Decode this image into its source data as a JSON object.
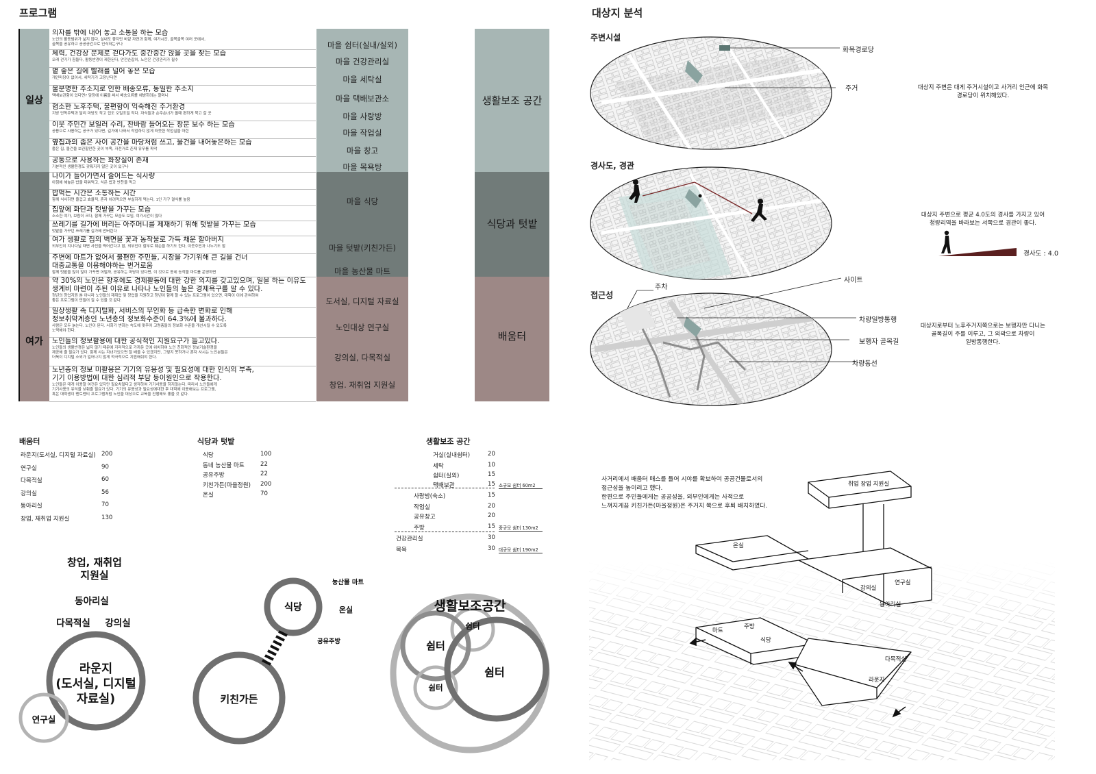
{
  "program": {
    "title": "프로그램",
    "categories": [
      {
        "label": "일상"
      },
      {
        "label": "여가"
      }
    ],
    "rows": [
      {
        "main": "의자를 밖에 내어 놓고 소통을 하는 모습",
        "detail": [
          "노인의 활동범위가 넓지 않다, 실내도 좋지만 바깥 자연과 함께, 여가시간, 골목골목 여러 곳에서,",
          "골목을 공유하고 공공공간으로 인식하는구나"
        ]
      },
      {
        "main": "체력, 건강상 문제로 걷다가도 중간중간 앉을 곳을 찾는 모습",
        "detail": [
          "오래 걷기가 힘들다, 활동반경이 제한된다, 안전손잡이, 노인은 건강관리가 필수"
        ]
      },
      {
        "main": "볕 좋은 길에 빨래를 널어 놓은 모습",
        "detail": [
          "개인마당이 없어서, 세탁기가 고장난다면"
        ]
      },
      {
        "main": "불분명한 주소지로 인한 배송오류, 동일한 주소지",
        "detail": [
          "택배보관함이 있다면? 담장에 이름을 써서 배송오류를 예방하려는 할머니"
        ]
      },
      {
        "main": "협소한 노후주택, 불편함이 익숙해진 주거환경",
        "detail": [
          "지방 단독주택과 달리 마당도 작고 집도 오밀조밀 작다. 자식들과 손주손녀가 올때 편하게 묵고 갈 곳"
        ]
      },
      {
        "main": "이웃 주민간 보일러 수리, 찬바람 들어오는 창문 보수 하는 모습",
        "detail": [
          "공용으로 사용하는 공구가 있다면, 길가에 나와서 작업하지 않게 떠뜻한 작업실을 마련"
        ]
      },
      {
        "main": "옆집과의 좁은 사이 공간을 마당처럼 쓰고, 물건을 내어놓은하는 모습",
        "detail": [
          "좁은 집, 물건을 보관할만한 곳이 부족, 자전거로 존재 유무를 파악"
        ]
      },
      {
        "main": "공동으로 사용하는 화장실이 존재",
        "detail": [
          "기본적인 생활환경도 갖춰지지 않은 곳이 있구나"
        ]
      },
      {
        "main": "나이가 들어가면서 줄어드는 식사량",
        "detail": [
          "아침에 해놓은 밥을 데워먹고, 식은 밥과 반찬을 먹고"
        ]
      },
      {
        "main": "밥먹는 시간은 소통하는 시간",
        "detail": [
          "함께 식사하면 즐겁고 효율적, 혼자 차려먹으면 부실하게 먹는다, 1인 가구 결식률 높음"
        ]
      },
      {
        "main": "집앞에 화단과 텃밭을 가꾸는 모습",
        "detail": [
          "소소한 여가, 보람이 크다, 함께 가꾸는 모습도 보임, 여가시간이 많다"
        ]
      },
      {
        "main": "쓰레기를 길가에 버리는 아주머니를 제재하기 위해 텃밭을 가꾸는 모습",
        "detail": [
          "텃밭을 가꾸던 쓰레기를 길가에 안버린다"
        ]
      },
      {
        "main": "여가 생활로 집의 벽면을 꽃과 농작물로 가득 채운 할아버지",
        "detail": [
          "외부인이 지나다닐 때면 사진을 찍어간다고 함, 외부인이 함부로 훼손을 하기도 한다, 이웃주민과 나누기도 함"
        ]
      },
      {
        "main": "주변에 마트가 없어서 불편한 주민들, 시장을 가기위해 큰 길을 건너\n대중교통을 이용해야하는 번거로움",
        "detail": [
          "함께 텃밭을 많이 많이 가꾸면 어떨까, 공유하는 마당이 있다면, 이 것으로 동네 농작물 마트를 운영하면"
        ]
      },
      {
        "main": "약 30%의 노인은 향후에도 경제활동에 대한 강한 의지를 갖고있으며, 일을 하는 이유도\n생계비 마련이 주된 이유로 나타나 노인들의 높은 경제욕구를 알 수 있다.",
        "detail": [
          "청년의 창업지원 뿐 아니라 노인들의 재취업 및 창업을 지원하고 청년이 함께 할 수 있는 프로그램이 있으면, 대학이 이에 관여하여",
          "좋은 프로그램이 만들어 질 수 있을 것 같다."
        ]
      },
      {
        "main": "일상생활 속 디지털화, 서비스의 무인화 등 급속한 변화로 인해\n정보취약계층인 노년층의 정보화수준이 64.3%에 불과하다.",
        "detail": [
          "사람은 모두 늙는다. 노인이 된다. 사회가 변화는 속도에 맞추어 고령층들의 정보화 수준을 개선시킬 수 있도록",
          "노력해야 한다."
        ]
      },
      {
        "main": "노인들의 정보활용에 대한 공식적인 지원요구가 늘고있다.",
        "detail": [
          "노인들의 생활반경은 넓지 않기 때문에 지리적으로 가까운 곳에 위치하여 노인 친화적인 정보기술환경을",
          "제공해 줄 필요가 있다. 함께 사는 자녀가있으면 잘 배울 수 있겠지만, 그렇지 못하거나 혼자 사시는 노인분들은",
          "더욱이 디지털 소외가 일어나지 않게 적극적으로 지원해줘야 한다."
        ]
      },
      {
        "main": "노년층의 정보 미활용은 기기의 유용성 및 필요성에 대한 인식의 부족,\n기기 이용방법에 대한 심리적 부담 등이원인으로 작용한다.",
        "detail": [
          "노인들은 대개 이용할 여건은 있지만 필요치않다고 생각하여 기기사용을 하지않는다. 따라서 노인들에게",
          "기기사용의 유익을 낮춰줄 필요가 있다. 기기의 유용성과 필요성에대한 후 대학에 이용해보는 프로그램,",
          "혹은 대학생이 멘토멘티 프로그램처럼 노인을 대상으로 교육을 진행해도 좋을 것 같다."
        ]
      }
    ],
    "facilities": [
      "마을 쉼터(실내/실외)",
      "마을 건강관리실",
      "마을 세탁실",
      "마을 택배보관소",
      "마을 사랑방",
      "마을 작업실",
      "마을 창고",
      "마을 목욕탕",
      "마을 식당",
      "마을 텃밭(키친가든)",
      "마을 농산물 마트",
      "도서실, 디지털 자료실",
      "노인대상 연구실",
      "강의실, 다목적실",
      "창업. 재취업 지원실"
    ],
    "groups": [
      "생활보조 공간",
      "식당과 텃밭",
      "배움터"
    ],
    "colors": {
      "group1": "#a7b6b4",
      "group2": "#717b79",
      "group3": "#9d8886"
    }
  },
  "site": {
    "title": "대상지 분석",
    "panels": [
      {
        "label": "주변시설",
        "callouts": [
          "화목경로당",
          "주거"
        ],
        "note": "대상지 주변은 대게 주거시설이고 사거리 인근에 화목\n경로당이 위치해있다."
      },
      {
        "label": "경사도, 경관",
        "callouts": [],
        "note": "대상지 주변으로 평균 4.0도의 경사를 가지고 있어\n청량리역을 바라보는 서쪽으로 경관이 좋다.",
        "slope_label": "경사도 : 4.0"
      },
      {
        "label": "접근성",
        "callouts": [
          "주차",
          "사이트",
          "차량일방통행",
          "보행자 골목길",
          "차량동선"
        ],
        "note": "대상지로부터 노후주거지쪽으로는 보행자만 다니는\n골목길이 주를 이루고, 그 외곽으로 차량이\n일방통행한다."
      }
    ]
  },
  "areas": {
    "baeum": {
      "title": "배움터",
      "rows": [
        {
          "name": "라운지(도서실, 디지털 자료실)",
          "value": "200"
        },
        {
          "name": "연구실",
          "value": "90"
        },
        {
          "name": "다목적실",
          "value": "60"
        },
        {
          "name": "강의실",
          "value": "56"
        },
        {
          "name": "동아리실",
          "value": "70"
        },
        {
          "name": "창업, 재취업 지원실",
          "value": "130"
        }
      ]
    },
    "sikdang": {
      "title": "식당과 텃밭",
      "rows": [
        {
          "name": "식당",
          "value": "100"
        },
        {
          "name": "동네 농산물 마트",
          "value": "22"
        },
        {
          "name": "공유주방",
          "value": "22"
        },
        {
          "name": "키친가든(마을정원)",
          "value": "200"
        },
        {
          "name": "온실",
          "value": "70"
        }
      ]
    },
    "saenghwal": {
      "title": "생활보조 공간",
      "rows": [
        {
          "name": "거실(실내쉼터)",
          "value": "20",
          "note": ""
        },
        {
          "name": "세탁",
          "value": "10",
          "note": ""
        },
        {
          "name": "쉼터(실외)",
          "value": "15",
          "note": ""
        },
        {
          "name": "택배보관",
          "value": "15",
          "note": "소규모 쉼터  60m2"
        },
        {
          "name": "사랑방(숙소)",
          "value": "15",
          "note": ""
        },
        {
          "name": "작업실",
          "value": "20",
          "note": ""
        },
        {
          "name": "공유창고",
          "value": "20",
          "note": ""
        },
        {
          "name": "주방",
          "value": "15",
          "note": "중규모 쉼터  130m2"
        },
        {
          "name": "건강관리실",
          "value": "30",
          "note": ""
        },
        {
          "name": "목욕",
          "value": "30",
          "note": "대규모 쉼터  190m2"
        }
      ]
    }
  },
  "bubbles": {
    "baeum": [
      "창업, 재취업\n지원실",
      "동아리실",
      "다목적실",
      "강의실",
      "라운지\n(도서실, 디지털\n자료실)",
      "연구실"
    ],
    "sikdang": [
      "식당",
      "농산물 마트",
      "온실",
      "공유주방",
      "키친가든"
    ],
    "saenghwal": [
      "생활보조공간",
      "쉼터",
      "쉼터",
      "쉼터",
      "쉼터"
    ]
  },
  "massing": {
    "description": "   사거리에서 배움터 매스를 틀어 시야를 확보하여 공공건물로서의\n접근성을 높이려고 했다.\n   한편으로 주민들에게는 공공성을, 외부인에게는 사적으로\n느껴지게끔 키친가든(마을정원)은 주거지 쪽으로 후퇴 배치하였다.",
    "labels": [
      "취업 창업 지원실",
      "온실",
      "강의실",
      "연구실",
      "동아리실",
      "마트",
      "주방",
      "식당",
      "다목적실",
      "라운지"
    ]
  }
}
